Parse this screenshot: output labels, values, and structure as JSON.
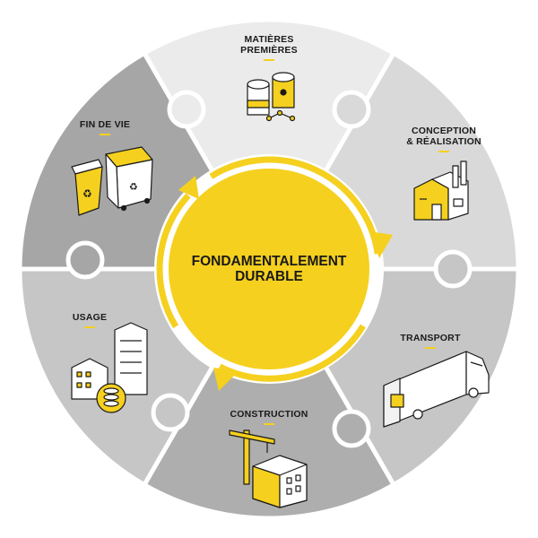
{
  "center": {
    "line1": "FONDAMENTALEMENT",
    "line2": "DURABLE"
  },
  "segments": {
    "matieres": {
      "line1": "MATIÈRES",
      "line2": "PREMIÈRES"
    },
    "conception": {
      "line1": "CONCEPTION",
      "line2": "& RÉALISATION"
    },
    "transport": {
      "line1": "TRANSPORT"
    },
    "construction": {
      "line1": "CONSTRUCTION"
    },
    "usage": {
      "line1": "USAGE"
    },
    "fin_de_vie": {
      "line1": "FIN DE VIE"
    }
  },
  "icons": {
    "matieres": "barrels-molecule-icon",
    "conception": "factory-icon",
    "transport": "truck-icon",
    "construction": "crane-building-icon",
    "usage": "buildings-coins-icon",
    "fin_de_vie": "recycling-bins-icon"
  },
  "colors": {
    "accent": "#f5d01e",
    "matieres": "#ebebeb",
    "conception": "#d9d9d9",
    "transport": "#c6c6c6",
    "construction": "#aeaeae",
    "usage": "#c6c6c6",
    "fin_de_vie": "#a6a6a6"
  }
}
